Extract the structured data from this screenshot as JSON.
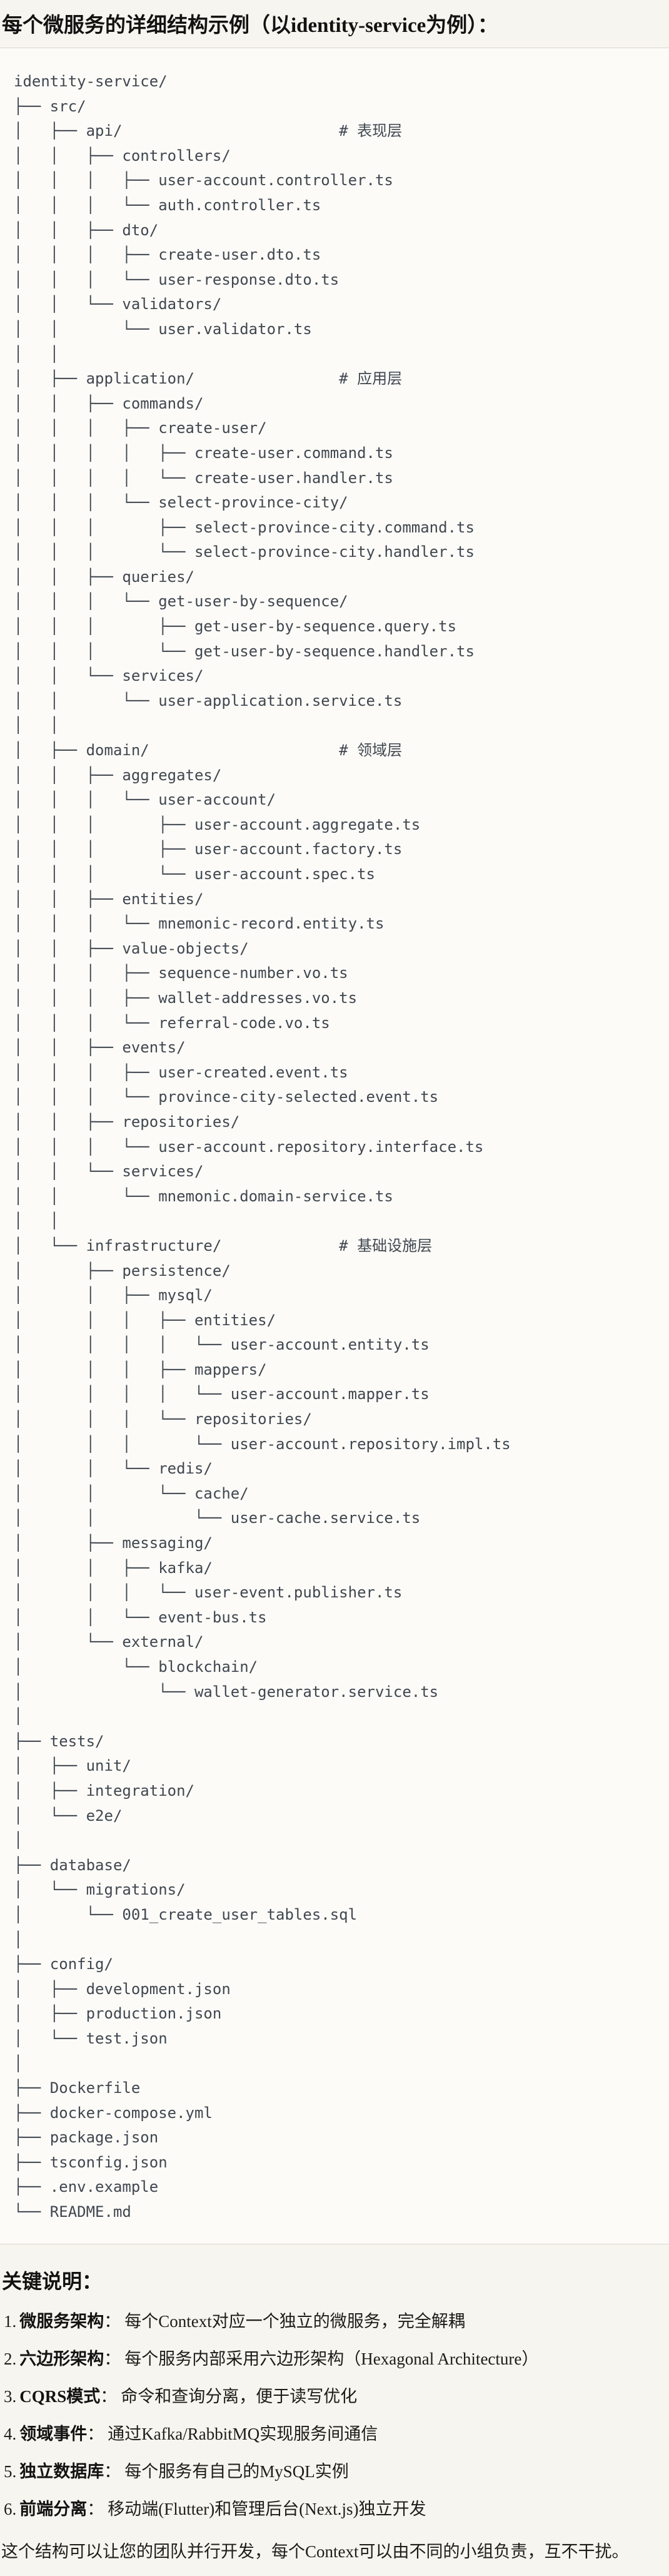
{
  "title": "每个微服务的详细结构示例（以identity-service为例）：",
  "colors": {
    "page_background": "#f7f5ef",
    "code_background": "#fcfbf8",
    "code_border": "#dbd8cf",
    "code_text": "#40474f",
    "body_text": "#1d1c19"
  },
  "tree": {
    "lines": [
      "identity-service/",
      "├── src/",
      "│   ├── api/                        # 表现层",
      "│   │   ├── controllers/",
      "│   │   │   ├── user-account.controller.ts",
      "│   │   │   └── auth.controller.ts",
      "│   │   ├── dto/",
      "│   │   │   ├── create-user.dto.ts",
      "│   │   │   └── user-response.dto.ts",
      "│   │   └── validators/",
      "│   │       └── user.validator.ts",
      "│   │",
      "│   ├── application/                # 应用层",
      "│   │   ├── commands/",
      "│   │   │   ├── create-user/",
      "│   │   │   │   ├── create-user.command.ts",
      "│   │   │   │   └── create-user.handler.ts",
      "│   │   │   └── select-province-city/",
      "│   │   │       ├── select-province-city.command.ts",
      "│   │   │       └── select-province-city.handler.ts",
      "│   │   ├── queries/",
      "│   │   │   └── get-user-by-sequence/",
      "│   │   │       ├── get-user-by-sequence.query.ts",
      "│   │   │       └── get-user-by-sequence.handler.ts",
      "│   │   └── services/",
      "│   │       └── user-application.service.ts",
      "│   │",
      "│   ├── domain/                     # 领域层",
      "│   │   ├── aggregates/",
      "│   │   │   └── user-account/",
      "│   │   │       ├── user-account.aggregate.ts",
      "│   │   │       ├── user-account.factory.ts",
      "│   │   │       └── user-account.spec.ts",
      "│   │   ├── entities/",
      "│   │   │   └── mnemonic-record.entity.ts",
      "│   │   ├── value-objects/",
      "│   │   │   ├── sequence-number.vo.ts",
      "│   │   │   ├── wallet-addresses.vo.ts",
      "│   │   │   └── referral-code.vo.ts",
      "│   │   ├── events/",
      "│   │   │   ├── user-created.event.ts",
      "│   │   │   └── province-city-selected.event.ts",
      "│   │   ├── repositories/",
      "│   │   │   └── user-account.repository.interface.ts",
      "│   │   └── services/",
      "│   │       └── mnemonic.domain-service.ts",
      "│   │",
      "│   └── infrastructure/             # 基础设施层",
      "│       ├── persistence/",
      "│       │   ├── mysql/",
      "│       │   │   ├── entities/",
      "│       │   │   │   └── user-account.entity.ts",
      "│       │   │   ├── mappers/",
      "│       │   │   │   └── user-account.mapper.ts",
      "│       │   │   └── repositories/",
      "│       │   │       └── user-account.repository.impl.ts",
      "│       │   └── redis/",
      "│       │       └── cache/",
      "│       │           └── user-cache.service.ts",
      "│       ├── messaging/",
      "│       │   ├── kafka/",
      "│       │   │   └── user-event.publisher.ts",
      "│       │   └── event-bus.ts",
      "│       └── external/",
      "│           └── blockchain/",
      "│               └── wallet-generator.service.ts",
      "│",
      "├── tests/",
      "│   ├── unit/",
      "│   ├── integration/",
      "│   └── e2e/",
      "│",
      "├── database/",
      "│   └── migrations/",
      "│       └── 001_create_user_tables.sql",
      "│",
      "├── config/",
      "│   ├── development.json",
      "│   ├── production.json",
      "│   └── test.json",
      "│",
      "├── Dockerfile",
      "├── docker-compose.yml",
      "├── package.json",
      "├── tsconfig.json",
      "├── .env.example",
      "└── README.md"
    ]
  },
  "notes": {
    "heading": "关键说明：",
    "items": [
      {
        "num": "1.",
        "label": "微服务架构",
        "colon": "：",
        "text": "每个Context对应一个独立的微服务，完全解耦"
      },
      {
        "num": "2.",
        "label": "六边形架构",
        "colon": "：",
        "text": "每个服务内部采用六边形架构（Hexagonal Architecture）"
      },
      {
        "num": "3.",
        "label": "CQRS模式",
        "colon": "：",
        "text": "命令和查询分离，便于读写优化"
      },
      {
        "num": "4.",
        "label": "领域事件",
        "colon": "：",
        "text": "通过Kafka/RabbitMQ实现服务间通信"
      },
      {
        "num": "5.",
        "label": "独立数据库",
        "colon": "：",
        "text": "每个服务有自己的MySQL实例"
      },
      {
        "num": "6.",
        "label": "前端分离",
        "colon": "：",
        "text": "移动端(Flutter)和管理后台(Next.js)独立开发"
      }
    ],
    "footer": "这个结构可以让您的团队并行开发，每个Context可以由不同的小组负责，互不干扰。"
  }
}
